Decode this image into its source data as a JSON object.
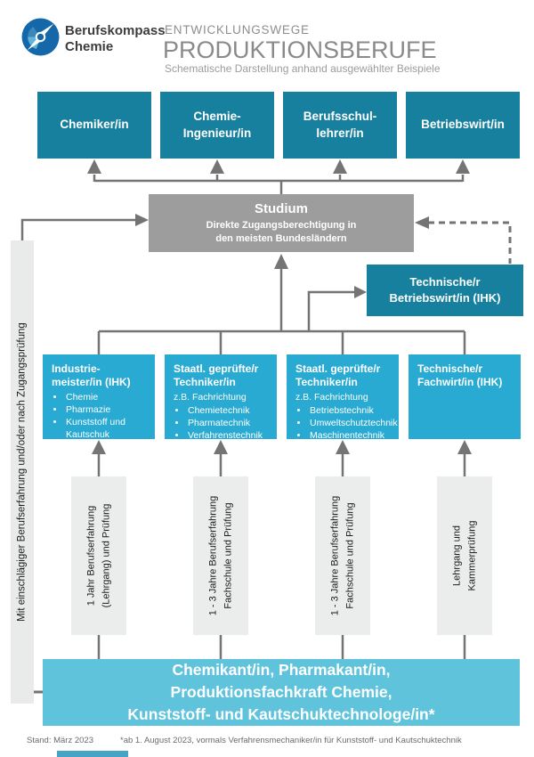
{
  "header": {
    "brand": "Berufskompass\nChemie",
    "kicker": "ENTWICKLUNGSWEGE",
    "title": "PRODUKTIONSBERUFE",
    "subtitle": "Schematische Darstellung anhand ausgewählter Beispiele"
  },
  "top_row": [
    {
      "label": "Chemiker/in"
    },
    {
      "label": "Chemie-\nIngenieur/in"
    },
    {
      "label": "Berufsschul-\nlehrer/in"
    },
    {
      "label": "Betriebswirt/in"
    }
  ],
  "studium": {
    "title": "Studium",
    "subtitle": "Direkte Zugangsberechtigung in\nden meisten Bundesländern"
  },
  "tech_betriebswirt": {
    "label": "Technische/r\nBetriebswirt/in (IHK)"
  },
  "left_bar": {
    "label": "Mit einschlägiger Berufserfahrung und/oder nach Zugangsprüfung"
  },
  "qualification_row": [
    {
      "title": "Industrie-\nmeister/in (IHK)",
      "bullets": [
        "Chemie",
        "Pharmazie",
        "Kunststoff und Kautschuk"
      ]
    },
    {
      "title": "Staatl. geprüfte/r\nTechniker/in",
      "intro": "z.B. Fachrichtung",
      "bullets": [
        "Chemietechnik",
        "Pharmatechnik",
        "Verfahrenstechnik"
      ]
    },
    {
      "title": "Staatl. geprüfte/r\nTechniker/in",
      "intro": "z.B. Fachrichtung",
      "bullets": [
        "Betriebstechnik",
        "Umweltschutztechnik",
        "Maschinentechnik"
      ]
    },
    {
      "title": "Technische/r\nFachwirt/in (IHK)",
      "bullets": []
    }
  ],
  "experience_row": [
    {
      "label": "1 Jahr Berufserfahrung\n(Lehrgang) und Prüfung"
    },
    {
      "label": "1 - 3 Jahre Berufserfahrung\nFachschule und Prüfung"
    },
    {
      "label": "1 - 3 Jahre Berufserfahrung\nFachschule und Prüfung"
    },
    {
      "label": "Lehrgang und\nKammerprüfung"
    }
  ],
  "base_box": {
    "label": "Chemikant/in, Pharmakant/in,\nProduktionsfachkraft Chemie,\nKunststoff- und Kautschuktechnologe/in*"
  },
  "footer": {
    "stand": "Stand: März 2023",
    "note": "*ab 1. August 2023, vormals Verfahrensmechaniker/in für Kunststoff- und Kautschuktechnik"
  },
  "colors": {
    "teal_dark": "#17809e",
    "cyan_mid": "#29aad2",
    "cyan_light": "#5fc3dc",
    "box_gray": "#9d9d9d",
    "arrow_gray": "#747474",
    "panel_gray": "#ebecec",
    "logo_blue": "#1467a8",
    "logo_light_blue": "#62b5d8"
  }
}
